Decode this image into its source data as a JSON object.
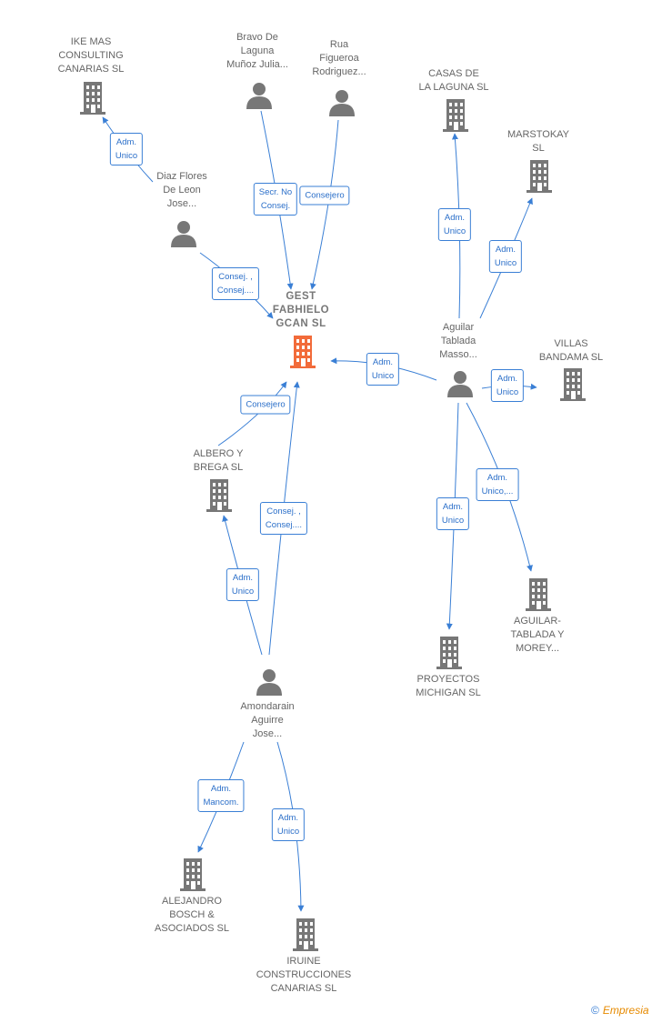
{
  "center": {
    "label": "GEST\nFABHIELO\nGCAN  SL",
    "color": "#f26b3a"
  },
  "companies": [
    {
      "id": "ike",
      "label": "IKE MAS\nCONSULTING\nCANARIAS  SL"
    },
    {
      "id": "casas",
      "label": "CASAS DE\nLA LAGUNA  SL"
    },
    {
      "id": "marstokay",
      "label": "MARSTOKAY\nSL"
    },
    {
      "id": "villas",
      "label": "VILLAS\nBANDAMA  SL"
    },
    {
      "id": "albero",
      "label": "ALBERO Y\nBREGA  SL"
    },
    {
      "id": "aguilar_tablada",
      "label": "AGUILAR-\nTABLADA Y\nMOREY..."
    },
    {
      "id": "proyectos",
      "label": "PROYECTOS\nMICHIGAN  SL"
    },
    {
      "id": "alejandro",
      "label": "ALEJANDRO\nBOSCH &\nASOCIADOS SL"
    },
    {
      "id": "iruine",
      "label": "IRUINE\nCONSTRUCCIONES\nCANARIAS  SL"
    }
  ],
  "persons": [
    {
      "id": "bravo",
      "label": "Bravo De\nLaguna\nMuñoz Julia..."
    },
    {
      "id": "rua",
      "label": "Rua\nFigueroa\nRodriguez..."
    },
    {
      "id": "diaz",
      "label": "Diaz Flores\nDe Leon\nJose..."
    },
    {
      "id": "aguilar",
      "label": "Aguilar\nTablada\nMasso..."
    },
    {
      "id": "amondarain",
      "label": "Amondarain\nAguirre\nJose..."
    }
  ],
  "edge_labels": [
    {
      "id": "e_diaz_ike",
      "label": "Adm.\nUnico"
    },
    {
      "id": "e_bravo_center",
      "label": "Secr.  No\nConsej."
    },
    {
      "id": "e_rua_center",
      "label": "Consejero"
    },
    {
      "id": "e_diaz_center",
      "label": "Consej. ,\nConsej...."
    },
    {
      "id": "e_aguilar_casas",
      "label": "Adm.\nUnico"
    },
    {
      "id": "e_aguilar_marstokay",
      "label": "Adm.\nUnico"
    },
    {
      "id": "e_aguilar_center",
      "label": "Adm.\nUnico"
    },
    {
      "id": "e_aguilar_villas",
      "label": "Adm.\nUnico"
    },
    {
      "id": "e_aguilar_aguilartablada",
      "label": "Adm.\nUnico,..."
    },
    {
      "id": "e_aguilar_proyectos",
      "label": "Adm.\nUnico"
    },
    {
      "id": "e_albero_center",
      "label": "Consejero"
    },
    {
      "id": "e_amon_center",
      "label": "Consej. ,\nConsej...."
    },
    {
      "id": "e_amon_albero",
      "label": "Adm.\nUnico"
    },
    {
      "id": "e_amon_alejandro",
      "label": "Adm.\nMancom."
    },
    {
      "id": "e_amon_iruine",
      "label": "Adm.\nUnico"
    }
  ],
  "colors": {
    "edge": "#3a7fd5",
    "company_icon": "#777777",
    "person_icon": "#777777",
    "center_icon": "#f26b3a"
  },
  "brand": {
    "copyright": "©",
    "name": "Empresia"
  }
}
